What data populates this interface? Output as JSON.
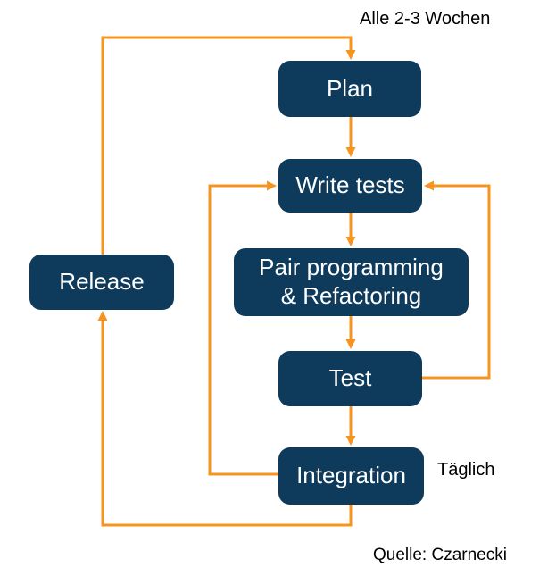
{
  "colors": {
    "node_fill": "#0E3A5C",
    "node_text": "#FFFFFF",
    "arrow": "#F7941D",
    "annotation_text": "#000000"
  },
  "nodes": {
    "plan": {
      "label": "Plan"
    },
    "write_tests": {
      "label": "Write tests"
    },
    "pair_programming": {
      "label": "Pair programming & Refactoring",
      "line1": "Pair programming",
      "line2": "& Refactoring"
    },
    "test": {
      "label": "Test"
    },
    "integration": {
      "label": "Integration"
    },
    "release": {
      "label": "Release"
    }
  },
  "annotations": {
    "cycle_label": "Alle 2-3 Wochen",
    "daily_label": "Täglich",
    "source_label": "Quelle: Czarnecki"
  },
  "edges": [
    {
      "from": "plan",
      "to": "write_tests"
    },
    {
      "from": "write_tests",
      "to": "pair_programming"
    },
    {
      "from": "pair_programming",
      "to": "test"
    },
    {
      "from": "test",
      "to": "integration"
    },
    {
      "from": "test",
      "to": "write_tests"
    },
    {
      "from": "integration",
      "to": "write_tests"
    },
    {
      "from": "integration",
      "to": "release"
    },
    {
      "from": "release",
      "to": "plan"
    }
  ]
}
